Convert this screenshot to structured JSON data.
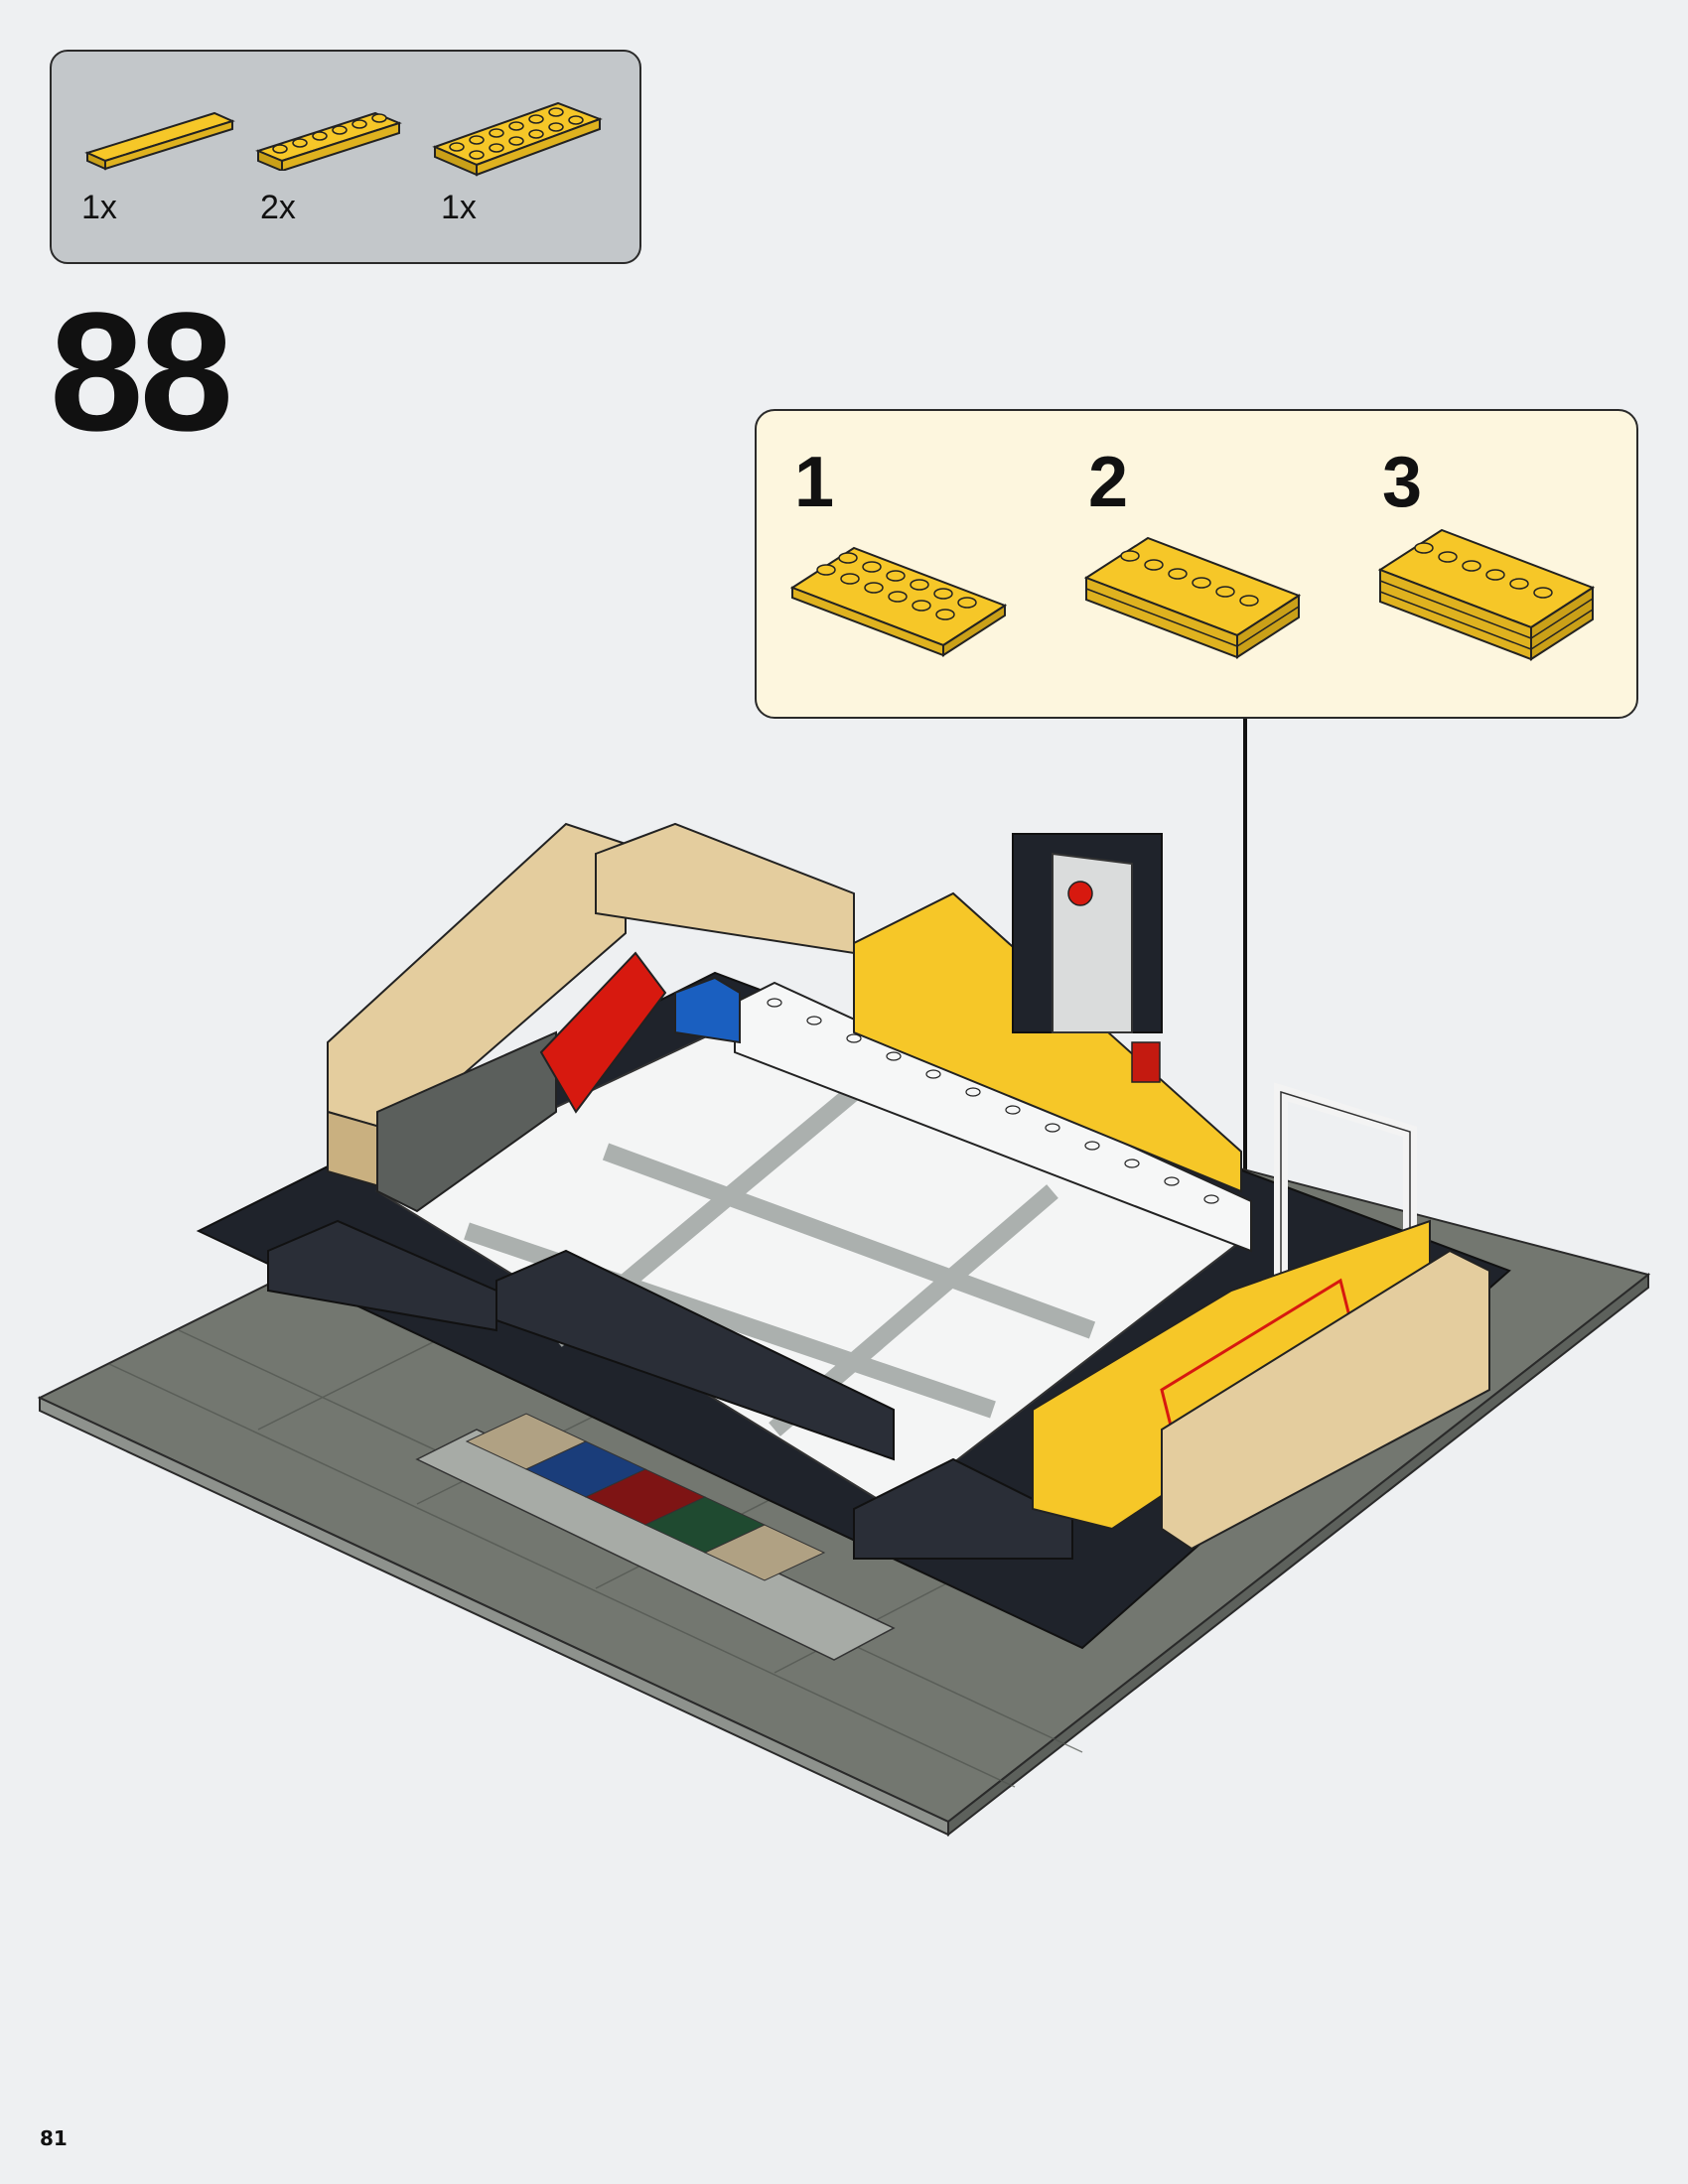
{
  "parts_list": {
    "items": [
      {
        "qty": "1x",
        "icon": "yellow-tile-1x6-icon",
        "color": "#f6c728"
      },
      {
        "qty": "2x",
        "icon": "yellow-plate-1x6-icon",
        "color": "#f6c728"
      },
      {
        "qty": "1x",
        "icon": "yellow-plate-2x6-icon",
        "color": "#f6c728"
      }
    ]
  },
  "step": {
    "number": "88"
  },
  "substeps": {
    "items": [
      {
        "number": "1",
        "icon": "yellow-plate-2x6-icon"
      },
      {
        "number": "2",
        "icon": "stacked-plates-icon"
      },
      {
        "number": "3",
        "icon": "stacked-plates-with-tile-icon"
      }
    ]
  },
  "model": {
    "icon": "shop-baseplate-assembly-illustration"
  },
  "page": {
    "number": "81"
  },
  "colors": {
    "page_bg": "#eef0f2",
    "parts_box_bg": "#c3c7ca",
    "substeps_box_bg": "#fdf6de",
    "brick_yellow": "#f6c728",
    "brick_tan": "#e4cd9e",
    "brick_dark_gray": "#5b5f5c",
    "brick_black": "#1f232b",
    "brick_red": "#d7190f",
    "brick_blue": "#1a5fc0"
  }
}
